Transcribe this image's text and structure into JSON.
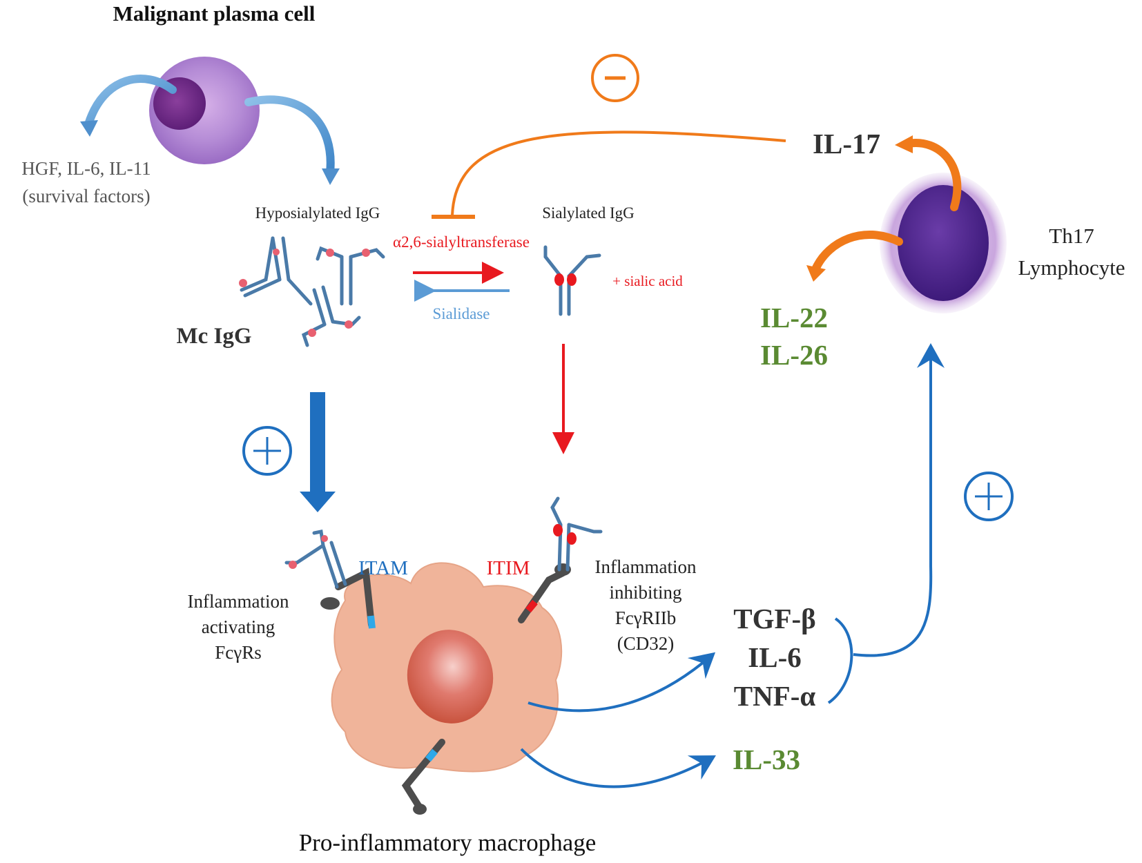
{
  "plasma_cell": {
    "title": "Malignant plasma cell",
    "survival_line1": "HGF, IL-6, IL-11",
    "survival_line2": "(survival factors)"
  },
  "igg": {
    "hyposialylated_label": "Hyposialylated IgG",
    "sialylated_label": "Sialylated IgG",
    "mc_igg_label": "Mc IgG",
    "enzyme_forward": "α2,6-sialyltransferase",
    "enzyme_reverse": "Sialidase",
    "sialic_acid": "+ sialic acid"
  },
  "macrophage": {
    "itam": "ITAM",
    "itim": "ITIM",
    "activating_line1": "Inflammation",
    "activating_line2": "activating",
    "activating_line3": "FcγRs",
    "inhibiting_line1": "Inflammation",
    "inhibiting_line2": "inhibiting",
    "inhibiting_line3": "FcγRIIb",
    "inhibiting_line4": "(CD32)",
    "caption": "Pro-inflammatory macrophage"
  },
  "cytokines": {
    "tgf": "TGF-β",
    "il6": "IL-6",
    "tnf": "TNF-α",
    "il33": "IL-33",
    "il17": "IL-17",
    "il22": "IL-22",
    "il26": "IL-26"
  },
  "th17": {
    "line1": "Th17",
    "line2": "Lymphocyte"
  },
  "signs": {
    "minus": "-",
    "plus_left": "+",
    "plus_right": "+"
  },
  "colors": {
    "blue": "#1f6fbf",
    "light_blue": "#5b9bd5",
    "orange": "#f07a1a",
    "red": "#e8191f",
    "green": "#5a8a32",
    "dark_text": "#333333",
    "antibody": "#4a7aa8",
    "receptor": "#4d4d4d",
    "macrophage_fill": "#f0b49a",
    "cell_purple": "#7b3f9e"
  }
}
